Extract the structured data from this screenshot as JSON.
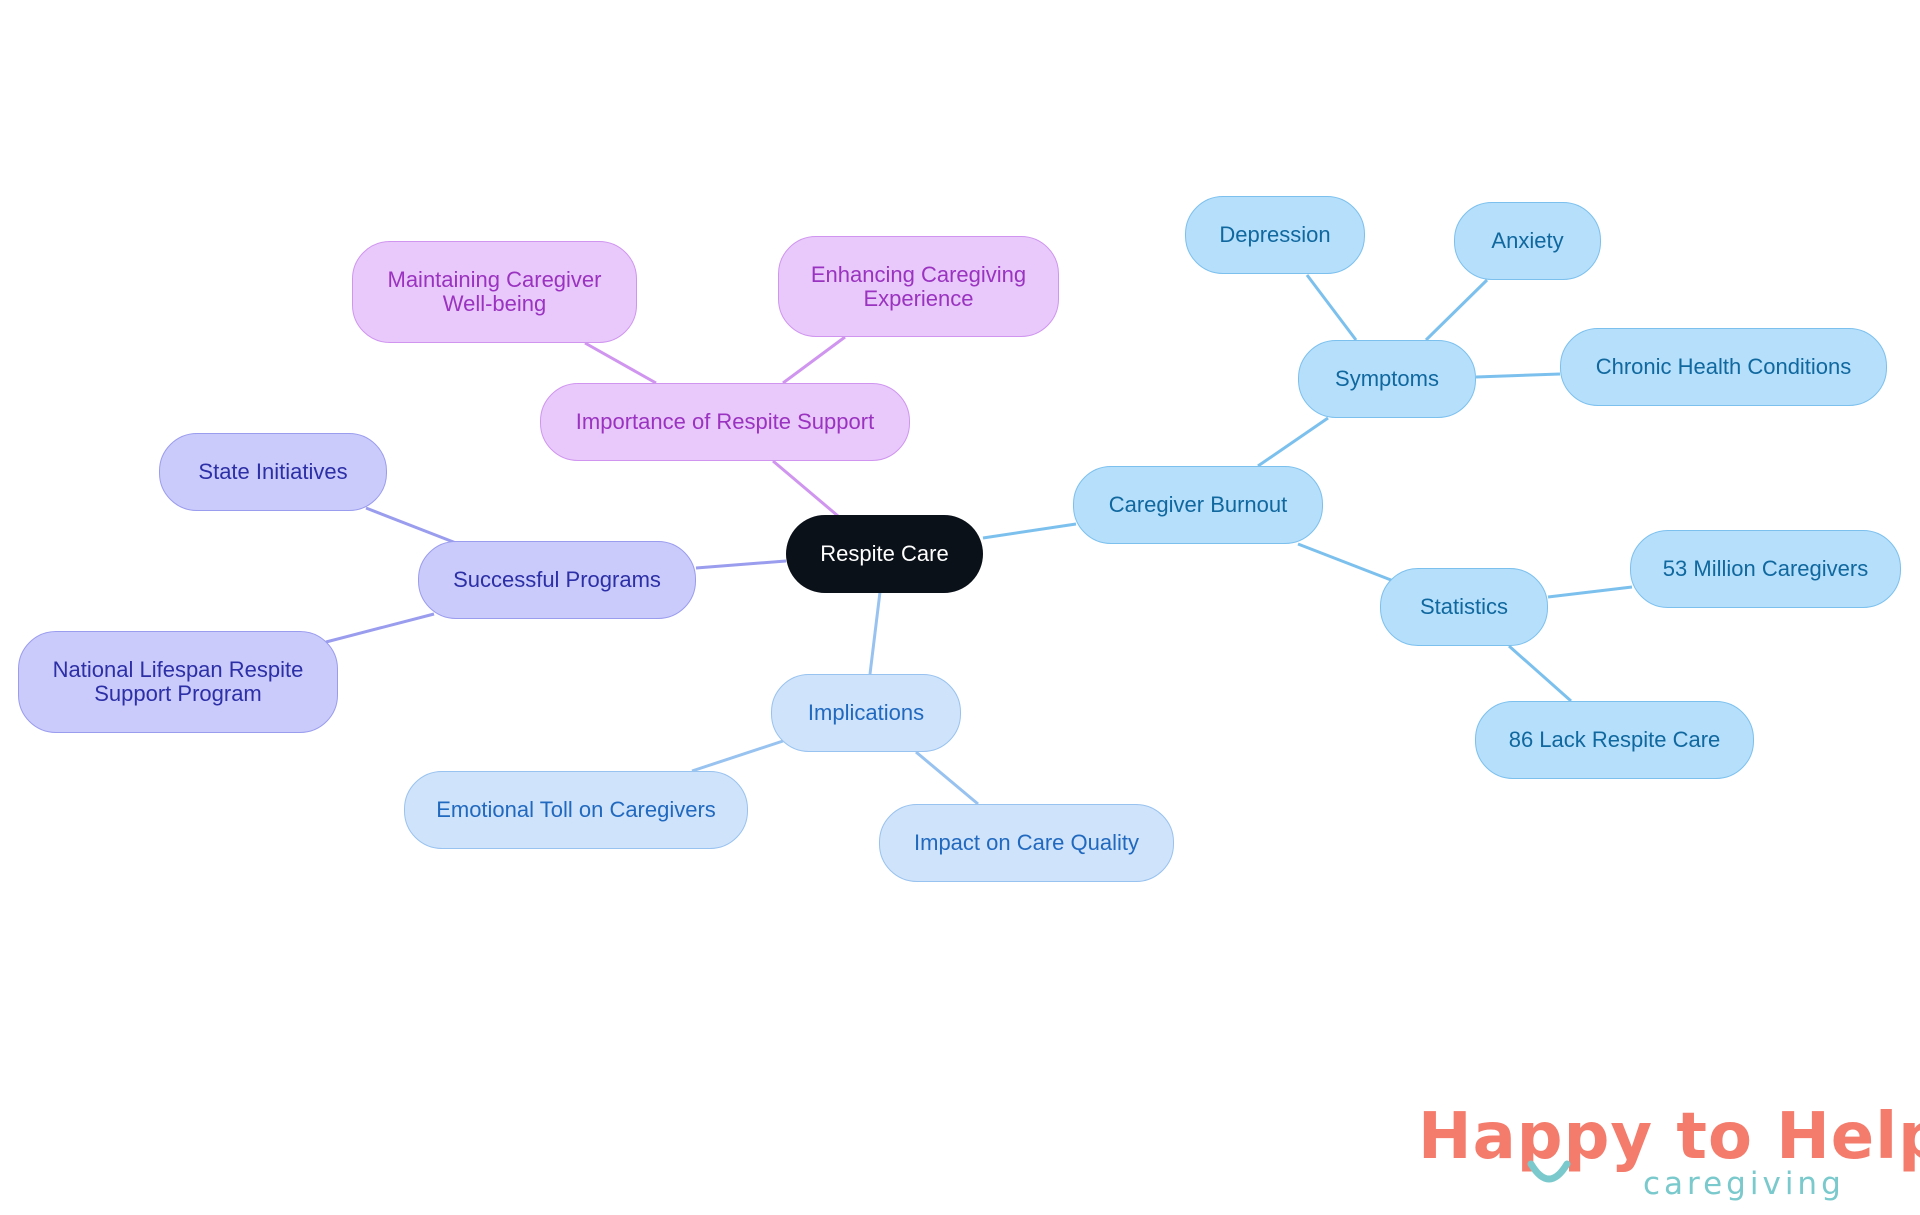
{
  "diagram": {
    "root": {
      "id": "root",
      "label": "Respite Care"
    },
    "branches": [
      {
        "id": "importance",
        "label": "Importance of Respite Support",
        "color": "#cf95ef",
        "children": [
          {
            "id": "maintaining",
            "label": "Maintaining Caregiver Well-being"
          },
          {
            "id": "enhancing",
            "label": "Enhancing Caregiving Experience"
          }
        ]
      },
      {
        "id": "burnout",
        "label": "Caregiver Burnout",
        "color": "#7cc0ee",
        "children": [
          {
            "id": "symptoms",
            "label": "Symptoms",
            "children": [
              {
                "id": "depression",
                "label": "Depression"
              },
              {
                "id": "anxiety",
                "label": "Anxiety"
              },
              {
                "id": "chronic",
                "label": "Chronic Health Conditions"
              }
            ]
          },
          {
            "id": "statistics",
            "label": "Statistics",
            "children": [
              {
                "id": "million",
                "label": "53 Million Caregivers"
              },
              {
                "id": "lack",
                "label": "86 Lack Respite Care"
              }
            ]
          }
        ]
      },
      {
        "id": "programs",
        "label": "Successful Programs",
        "color": "#9a9cee",
        "children": [
          {
            "id": "state",
            "label": "State Initiatives"
          },
          {
            "id": "national",
            "label": "National Lifespan Respite Support Program"
          }
        ]
      },
      {
        "id": "implications",
        "label": "Implications",
        "color": "#98c2ef",
        "children": [
          {
            "id": "emotional",
            "label": "Emotional Toll on Caregivers"
          },
          {
            "id": "impact",
            "label": "Impact on Care Quality"
          }
        ]
      }
    ]
  },
  "logo": {
    "title_part1": "Happy to Help",
    "subtitle": "caregiving",
    "colors": {
      "coral": "#f47c6c",
      "teal": "#7ac9cc"
    }
  }
}
